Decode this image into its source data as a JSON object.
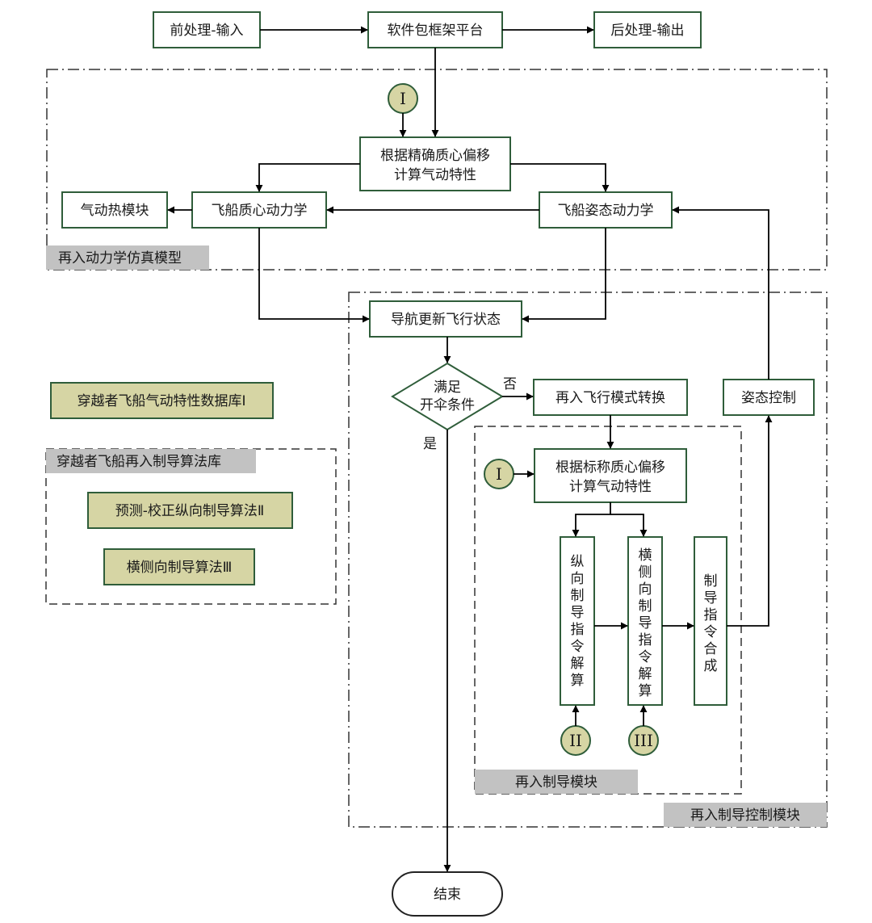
{
  "top_row": {
    "pre": "前处理-输入",
    "platform": "软件包框架平台",
    "post": "后处理-输出"
  },
  "dynamics": {
    "region_label": "再入动力学仿真模型",
    "aero_calc_line1": "根据精确质心偏移",
    "aero_calc_line2": "计算气动特性",
    "aero_heat": "气动热模块",
    "centroid_dyn": "飞船质心动力学",
    "attitude_dyn": "飞船姿态动力学"
  },
  "libraries": {
    "database": "穿越者飞船气动特性数据库Ⅰ",
    "algo_lib_label": "穿越者飞船再入制导算法库",
    "algo_2": "预测-校正纵向制导算法Ⅱ",
    "algo_3": "横侧向制导算法Ⅲ"
  },
  "control": {
    "region_label": "再入制导控制模块",
    "nav_update": "导航更新飞行状态",
    "decision_line1": "满足",
    "decision_line2": "开伞条件",
    "no_label": "否",
    "yes_label": "是",
    "mode_switch": "再入飞行模式转换",
    "attitude_ctrl": "姿态控制",
    "end": "结束"
  },
  "guidance": {
    "region_label": "再入制导模块",
    "nominal_line1": "根据标称质心偏移",
    "nominal_line2": "计算气动特性",
    "longitudinal": [
      "纵",
      "向",
      "制",
      "导",
      "指",
      "令",
      "解",
      "算"
    ],
    "lateral": [
      "横",
      "侧",
      "向",
      "制",
      "导",
      "指",
      "令",
      "解",
      "算"
    ],
    "synthesis": [
      "制",
      "导",
      "指",
      "令",
      "合",
      "成"
    ]
  },
  "markers": {
    "m1": "I",
    "m2": "II",
    "m3": "III"
  },
  "colors": {
    "box_border": "#2f5d3a",
    "library_fill": "#d6d5a4",
    "label_fill": "#c2c2c2"
  }
}
